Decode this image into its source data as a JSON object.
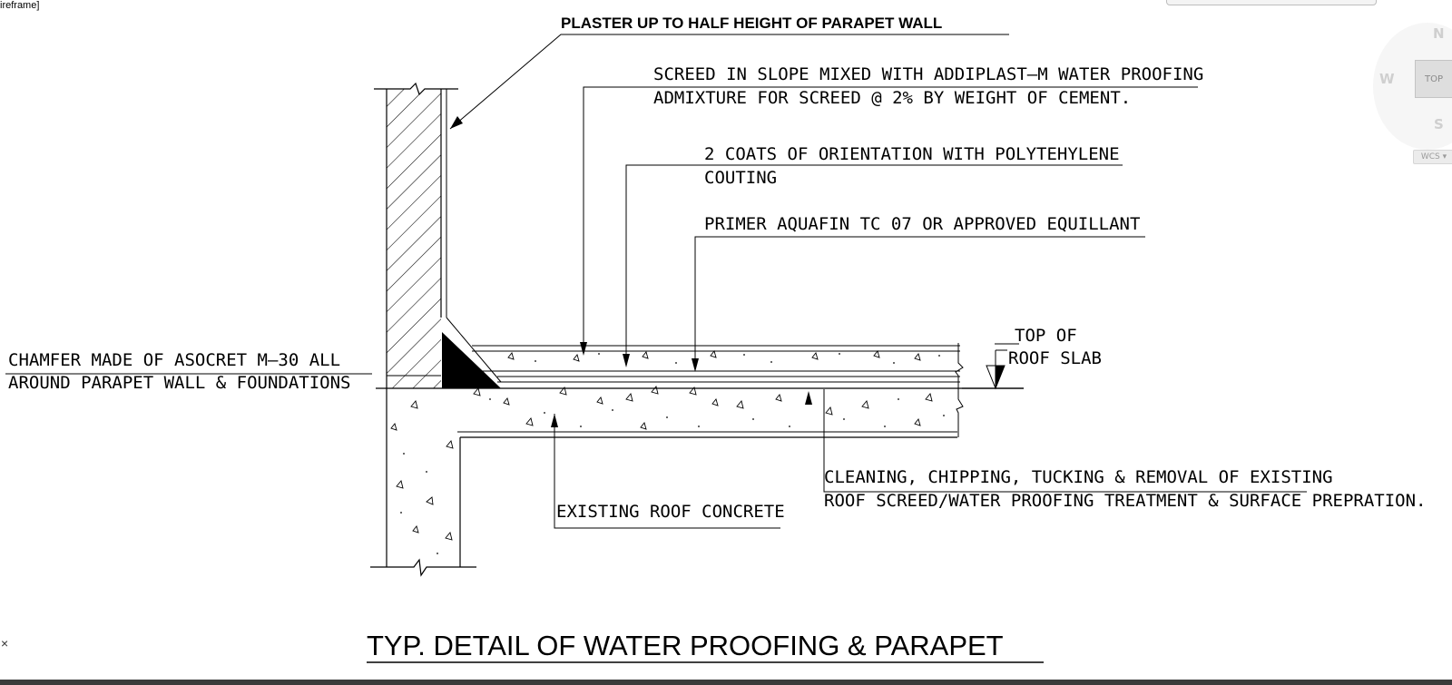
{
  "viewport": {
    "label": "ireframe]"
  },
  "close_icon": "×",
  "viewcube": {
    "north": "N",
    "west": "W",
    "south": "S",
    "top_face": "TOP",
    "wcs": "WCS ▾"
  },
  "annotations": {
    "plaster": "PLASTER UP TO HALF HEIGHT OF PARAPET WALL",
    "screed_1": "SCREED IN SLOPE MIXED WITH ADDIPLAST—M WATER PROOFING",
    "screed_2": "ADMIXTURE FOR SCREED @ 2% BY WEIGHT OF CEMENT.",
    "coats_1": "2 COATS OF ORIENTATION  WITH POLYTEHYLENE",
    "coats_2": "COUTING",
    "primer": "PRIMER AQUAFIN TC 07 OR APPROVED EQUILLANT",
    "top_of_1": "TOP OF",
    "top_of_2": "ROOF SLAB",
    "chamfer_1": "CHAMFER MADE OF ASOCRET M—30 ALL",
    "chamfer_2": "AROUND PARAPET WALL & FOUNDATIONS",
    "cleaning_1": "CLEANING, CHIPPING, TUCKING & REMOVAL OF EXISTING",
    "cleaning_2": "ROOF SCREED/WATER PROOFING TREATMENT & SURFACE PREPRATION.",
    "existing": "EXISTING ROOF CONCRETE"
  },
  "title": "TYP. DETAIL OF WATER PROOFING & PARAPET"
}
